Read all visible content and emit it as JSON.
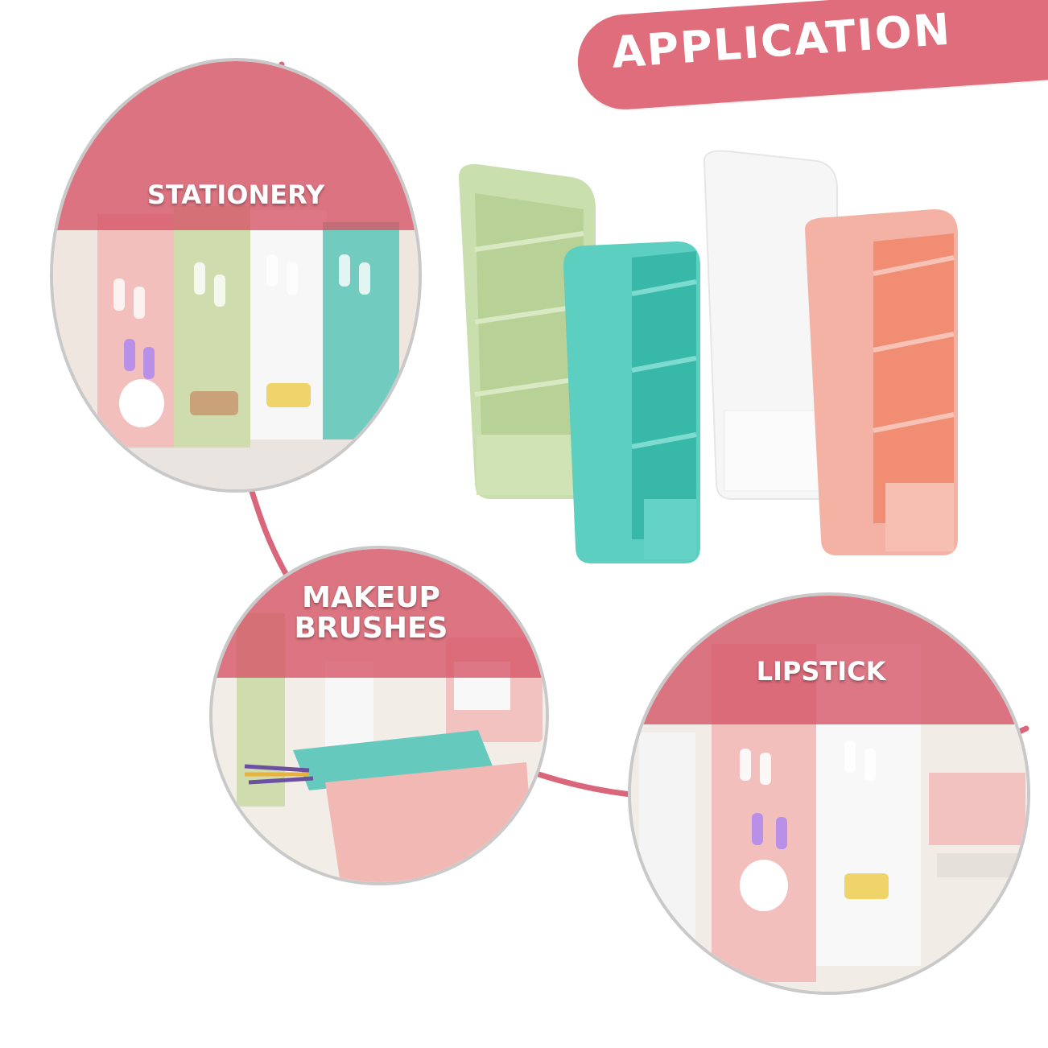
{
  "banner": {
    "label": "APPLICATION",
    "color": "#e06d7b"
  },
  "scenes": [
    {
      "label": "STATIONERY"
    },
    {
      "label_lines": [
        "MAKEUP",
        "BRUSHES"
      ]
    },
    {
      "label": "LIPSTICK"
    }
  ],
  "organizer_colors": {
    "green": "#c9dfae",
    "teal": "#5ccfc1",
    "white": "#f6f6f6",
    "pink": "#f4b2a4"
  },
  "accent": "#d9667a"
}
